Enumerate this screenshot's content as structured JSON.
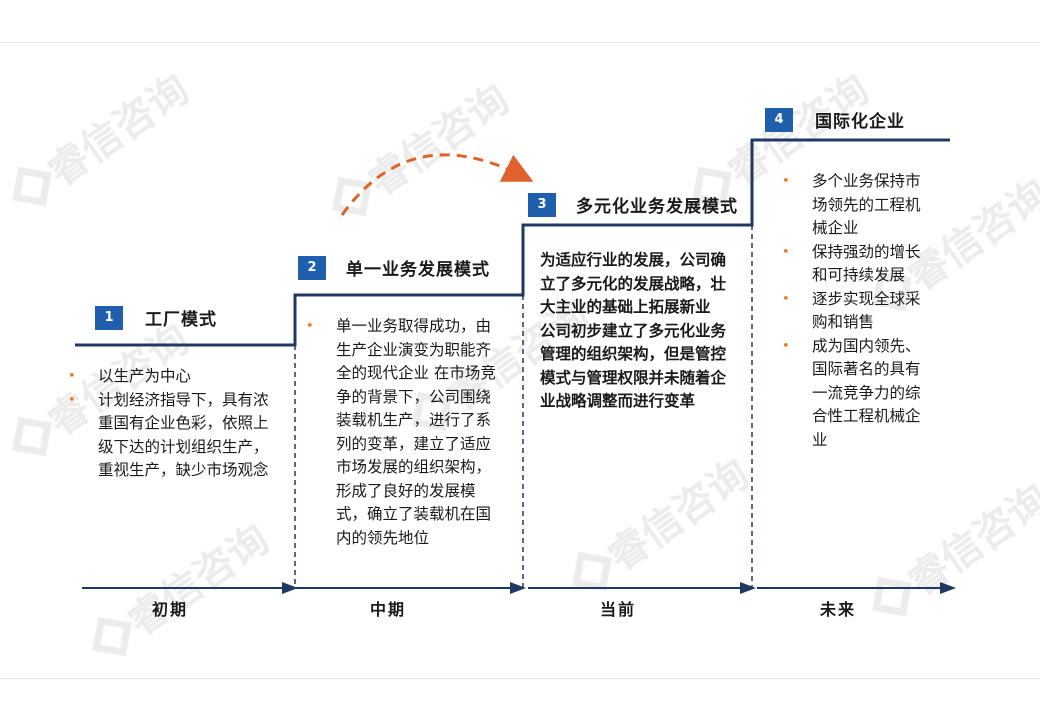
{
  "watermark": "睿信咨询",
  "stages": [
    {
      "number": "1",
      "title": "工厂模式",
      "bullets": [
        "以生产为中心",
        " 计划经济指导下，具有浓重国有企业色彩，依照上级下达的计划组织生产，重视生产，缺少市场观念"
      ]
    },
    {
      "number": "2",
      "title": "单一业务发展模式",
      "bullets": [
        "单一业务取得成功，由生产企业演变为职能齐全的现代企业 在市场竞争的背景下，公司围绕装载机生产，进行了系列的变革，建立了适应市场发展的组织架构，形成了良好的发展模式，确立了装载机在国内的领先地位"
      ]
    },
    {
      "number": "3",
      "title": "多元化业务发展模式",
      "paragraphs": [
        "为适应行业的发展，公司确立了多元化的发展战略，壮大主业的基础上拓展新业",
        " 公司初步建立了多元化业务管理的组织架构，但是管控模式与管理权限并未随着企业战略调整而进行变革"
      ]
    },
    {
      "number": "4",
      "title": "国际化企业",
      "bullets": [
        "多个业务保持市场领先的工程机械企业",
        "保持强劲的增长和可持续发展",
        "逐步实现全球采购和销售",
        "成为国内领先、国际著名的具有一流竞争力的综合性工程机械企业"
      ]
    }
  ],
  "periods": [
    "初期",
    "中期",
    "当前",
    "未来"
  ],
  "colors": {
    "accent": "#1f5fae",
    "line": "#1f3864",
    "arrow": "#e0622a",
    "bullet": "#e67e22"
  }
}
